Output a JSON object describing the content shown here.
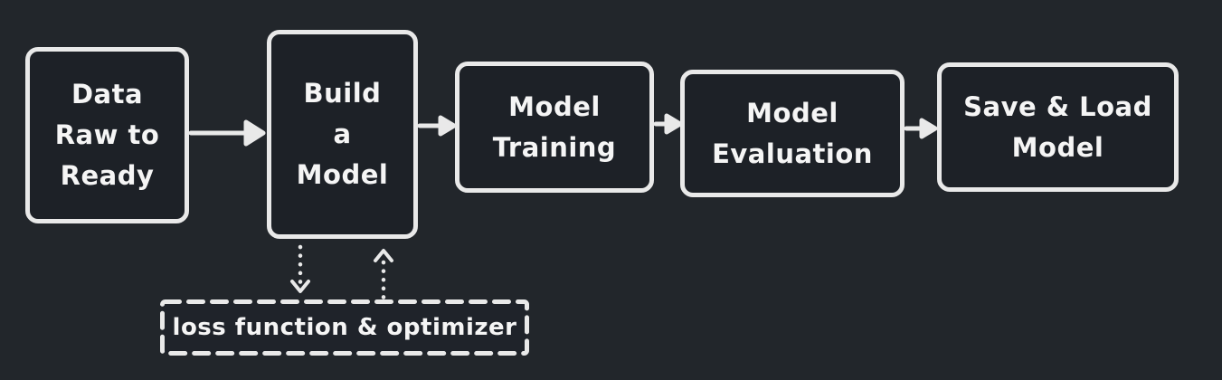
{
  "diagram": {
    "title": "",
    "type": "flowchart",
    "colors": {
      "canvas_background": "#22262b",
      "node_fill": "#1d2127",
      "stroke": "#e9e9e9",
      "text": "#f5f5f5"
    },
    "nodes": [
      {
        "id": "data-raw-to-ready",
        "shape": "rounded-rect",
        "border": "solid",
        "lines": [
          "Data",
          "Raw to",
          "Ready"
        ]
      },
      {
        "id": "build-a-model",
        "shape": "rounded-rect",
        "border": "solid",
        "lines": [
          "Build",
          "a",
          "Model"
        ]
      },
      {
        "id": "model-training",
        "shape": "rounded-rect",
        "border": "solid",
        "lines": [
          "Model",
          "Training"
        ]
      },
      {
        "id": "model-evaluation",
        "shape": "rounded-rect",
        "border": "solid",
        "lines": [
          "Model",
          "Evaluation"
        ]
      },
      {
        "id": "save-load-model",
        "shape": "rounded-rect",
        "border": "solid",
        "lines": [
          "Save & Load",
          "Model"
        ]
      },
      {
        "id": "loss-function-optimizer",
        "shape": "rect",
        "border": "dashed",
        "lines": [
          "loss function & optimizer"
        ]
      }
    ],
    "edges": [
      {
        "from": "data-raw-to-ready",
        "to": "build-a-model",
        "style": "solid",
        "direction": "right"
      },
      {
        "from": "build-a-model",
        "to": "model-training",
        "style": "solid",
        "direction": "right"
      },
      {
        "from": "model-training",
        "to": "model-evaluation",
        "style": "solid",
        "direction": "right"
      },
      {
        "from": "model-evaluation",
        "to": "save-load-model",
        "style": "solid",
        "direction": "right"
      },
      {
        "from": "build-a-model",
        "to": "loss-function-optimizer",
        "style": "dotted",
        "direction": "down"
      },
      {
        "from": "loss-function-optimizer",
        "to": "build-a-model",
        "style": "dotted",
        "direction": "up"
      }
    ]
  }
}
